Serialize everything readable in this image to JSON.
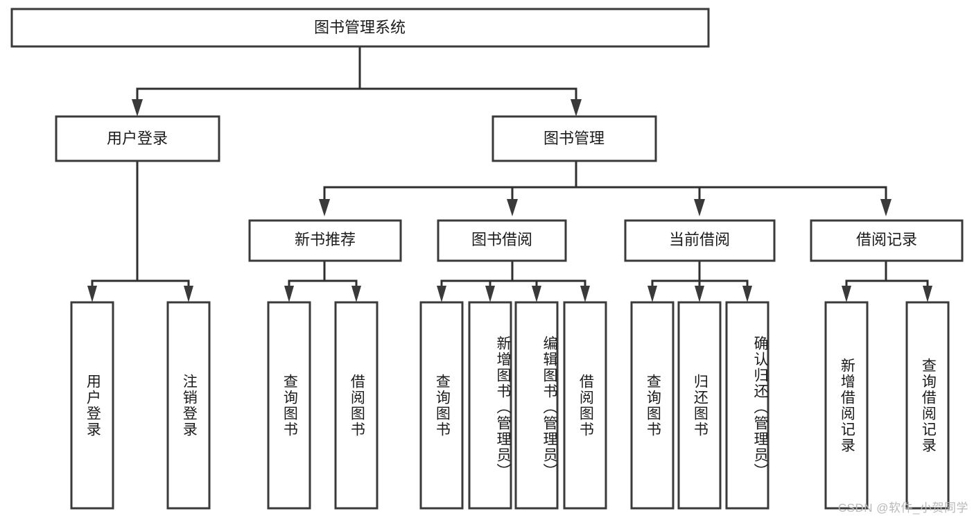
{
  "diagram": {
    "type": "hierarchy-tree",
    "title": "图书管理系统",
    "orientation": "top-down",
    "leaf_text_orientation": "vertical",
    "colors": {
      "box_fill": "#ffffff",
      "box_stroke": "#3a3a3a",
      "connector": "#2f2f2f",
      "text": "#1b1b1b",
      "watermark": "#b9b9b9",
      "background": "#ffffff"
    }
  },
  "root": {
    "label": "图书管理系统"
  },
  "level1": [
    {
      "id": "user-login",
      "label": "用户登录"
    },
    {
      "id": "book-management",
      "label": "图书管理"
    }
  ],
  "level2": [
    {
      "id": "new-book-recommend",
      "label": "新书推荐",
      "parent": "book-management"
    },
    {
      "id": "book-borrow",
      "label": "图书借阅",
      "parent": "book-management"
    },
    {
      "id": "current-borrow",
      "label": "当前借阅",
      "parent": "book-management"
    },
    {
      "id": "borrow-record",
      "label": "借阅记录",
      "parent": "book-management"
    }
  ],
  "leaves": [
    {
      "id": "leaf-user-login",
      "label": "用户登录",
      "parent": "user-login"
    },
    {
      "id": "leaf-logout-login",
      "label": "注销登录",
      "parent": "user-login"
    },
    {
      "id": "leaf-query-book-1",
      "label": "查询图书",
      "parent": "new-book-recommend"
    },
    {
      "id": "leaf-borrow-book-1",
      "label": "借阅图书",
      "parent": "new-book-recommend"
    },
    {
      "id": "leaf-query-book-2",
      "label": "查询图书",
      "parent": "book-borrow"
    },
    {
      "id": "leaf-add-book",
      "label": "新增图书（管理员）",
      "parent": "book-borrow"
    },
    {
      "id": "leaf-edit-book",
      "label": "编辑图书（管理员）",
      "parent": "book-borrow"
    },
    {
      "id": "leaf-borrow-book-2",
      "label": "借阅图书",
      "parent": "book-borrow"
    },
    {
      "id": "leaf-query-book-3",
      "label": "查询图书",
      "parent": "current-borrow"
    },
    {
      "id": "leaf-return-book",
      "label": "归还图书",
      "parent": "current-borrow"
    },
    {
      "id": "leaf-confirm-return",
      "label": "确认归还（管理员）",
      "parent": "current-borrow"
    },
    {
      "id": "leaf-add-record",
      "label": "新增借阅记录",
      "parent": "borrow-record"
    },
    {
      "id": "leaf-query-record",
      "label": "查询借阅记录",
      "parent": "borrow-record"
    }
  ],
  "watermark": {
    "text": "CSDN @软件_小贺同学"
  }
}
